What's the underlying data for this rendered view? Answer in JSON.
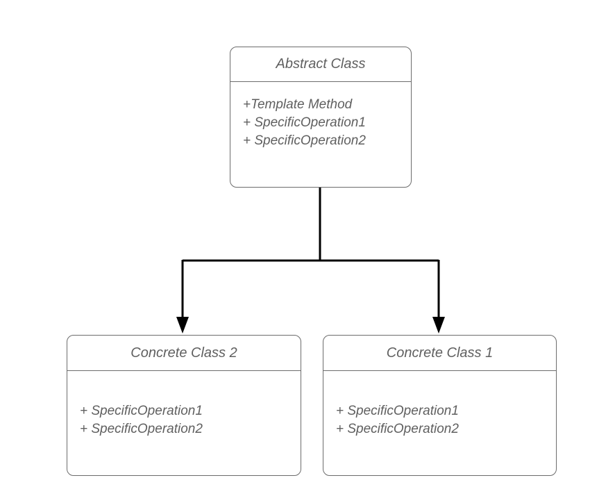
{
  "diagram": {
    "abstract_class": {
      "name": "Abstract Class",
      "operations": [
        "+Template Method",
        "+ SpecificOperation1",
        "+ SpecificOperation2"
      ]
    },
    "concrete_classes": [
      {
        "name": "Concrete Class 2",
        "operations": [
          "+ SpecificOperation1",
          "+ SpecificOperation2"
        ]
      },
      {
        "name": "Concrete Class 1",
        "operations": [
          "+ SpecificOperation1",
          "+ SpecificOperation2"
        ]
      }
    ],
    "colors": {
      "border": "#6b6b6b",
      "text": "#5f5f5f",
      "connector": "#000000"
    }
  }
}
